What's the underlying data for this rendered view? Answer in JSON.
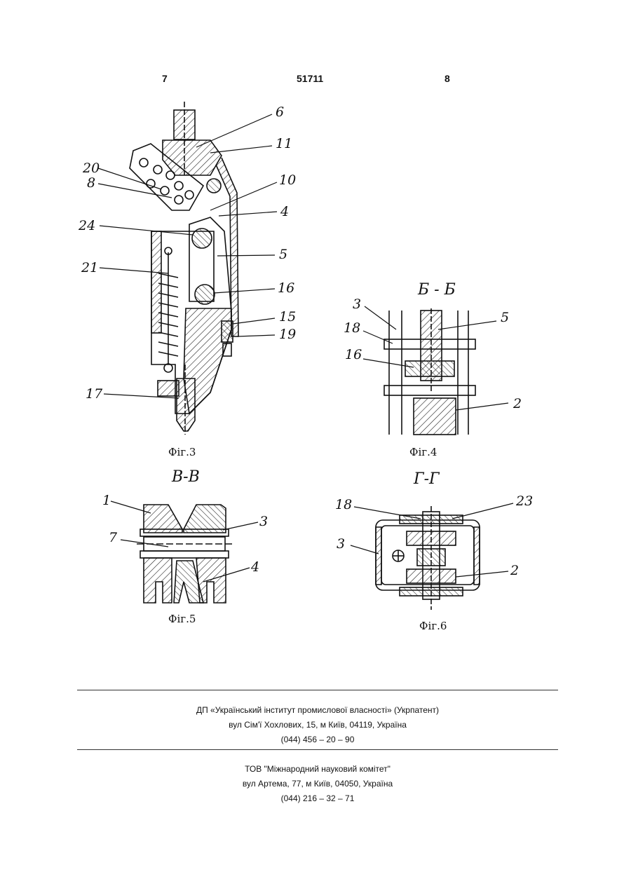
{
  "header": {
    "page_left": "7",
    "patent_number": "51711",
    "page_right": "8"
  },
  "figures": {
    "fig3": {
      "caption": "Фіг.3",
      "labels": [
        "6",
        "11",
        "20",
        "8",
        "10",
        "4",
        "24",
        "5",
        "21",
        "16",
        "15",
        "19",
        "17"
      ]
    },
    "fig4": {
      "section": "Б - Б",
      "caption": "Фіг.4",
      "labels": [
        "3",
        "5",
        "18",
        "16",
        "2"
      ]
    },
    "fig5": {
      "section": "В-В",
      "caption": "Фіг.5",
      "labels": [
        "1",
        "3",
        "7",
        "4"
      ]
    },
    "fig6": {
      "section": "Г-Г",
      "caption": "Фіг.6",
      "labels": [
        "18",
        "23",
        "3",
        "2"
      ]
    }
  },
  "footer": {
    "block1": {
      "line1": "ДП «Український інститут промислової власності» (Укрпатент)",
      "line2": "вул  Сім'ї Хохлових, 15, м  Київ, 04119, Україна",
      "line3": "(044) 456 – 20 –  90"
    },
    "block2": {
      "line1": "ТОВ \"Міжнародний науковий комітет\"",
      "line2": "вул  Артема, 77, м  Київ, 04050, Україна",
      "line3": "(044) 216 – 32 – 71"
    }
  }
}
